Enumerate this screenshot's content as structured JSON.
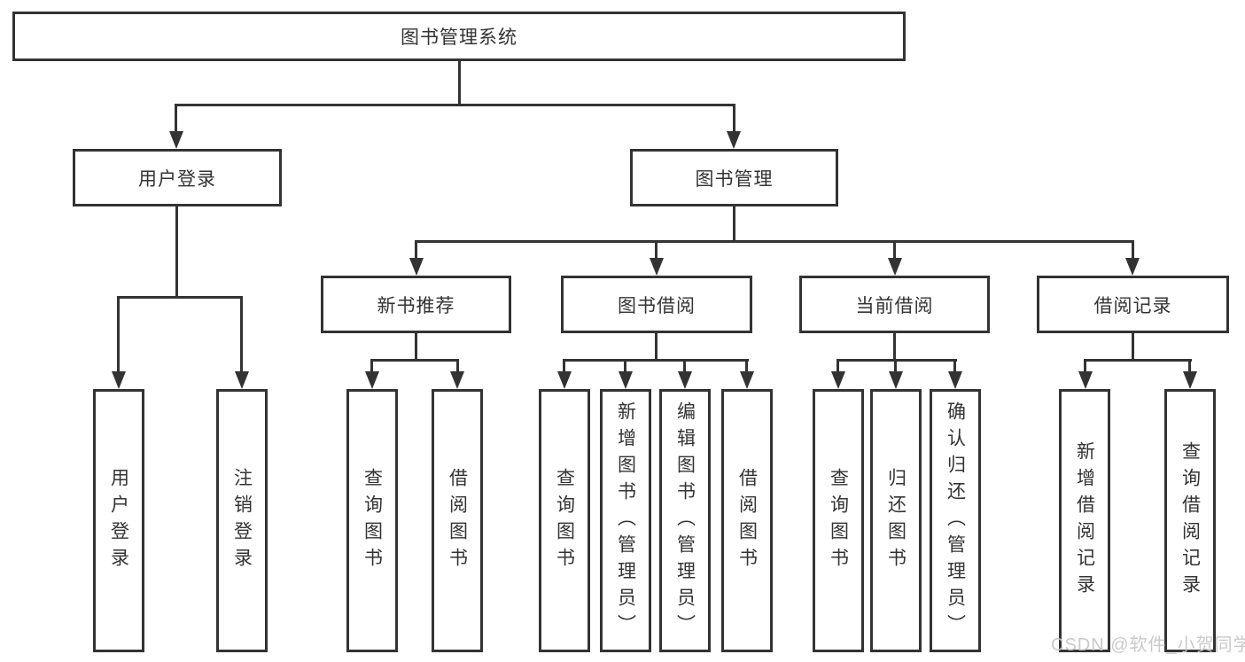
{
  "diagram": {
    "root": {
      "label": "图书管理系统"
    },
    "level2": [
      {
        "label": "用户登录"
      },
      {
        "label": "图书管理"
      }
    ],
    "level3": [
      {
        "label": "新书推荐"
      },
      {
        "label": "图书借阅"
      },
      {
        "label": "当前借阅"
      },
      {
        "label": "借阅记录"
      }
    ],
    "leaves": {
      "login": [
        {
          "label": "用户登录"
        },
        {
          "label": "注销登录"
        }
      ],
      "recommend": [
        {
          "label": "查询图书"
        },
        {
          "label": "借阅图书"
        }
      ],
      "borrow": [
        {
          "label": "查询图书"
        },
        {
          "label": "新增图书（管理员）"
        },
        {
          "label": "编辑图书（管理员）"
        },
        {
          "label": "借阅图书"
        }
      ],
      "current": [
        {
          "label": "查询图书"
        },
        {
          "label": "归还图书"
        },
        {
          "label": "确认归还（管理员）"
        }
      ],
      "records": [
        {
          "label": "新增借阅记录"
        },
        {
          "label": "查询借阅记录"
        }
      ]
    }
  },
  "watermark": {
    "text": "CSDN @软件_小贺同学"
  },
  "colors": {
    "line": "#333333",
    "text": "#333333",
    "background": "#ffffff",
    "watermark": "#c6c6c6"
  }
}
